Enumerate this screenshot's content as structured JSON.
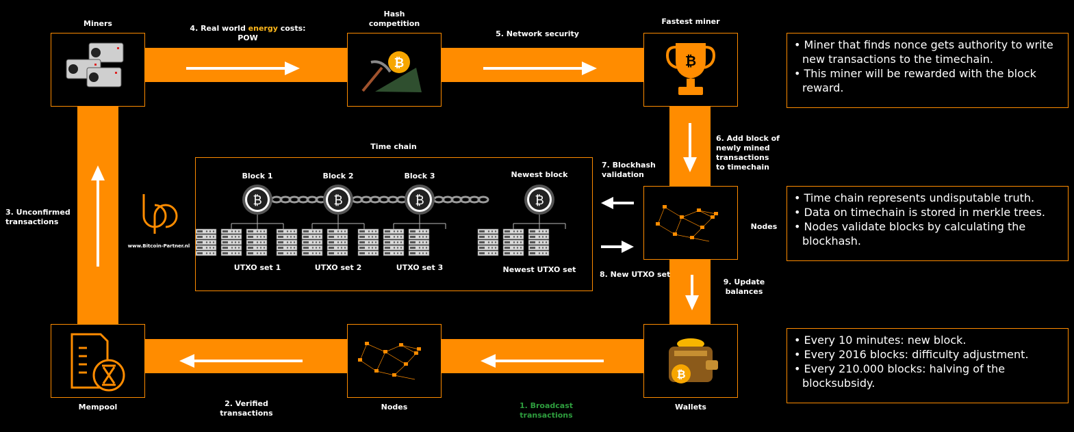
{
  "colors": {
    "band": "#ff8c00",
    "broadcast_label": "#2e9e3e",
    "energy_word": "#ffb81c"
  },
  "nodes": {
    "miners": "Miners",
    "hash": [
      "Hash",
      "competition"
    ],
    "fastest": "Fastest miner",
    "nodes_right": "Nodes",
    "wallets": "Wallets",
    "nodes_bottom": "Nodes",
    "mempool": "Mempool"
  },
  "steps": {
    "s1": [
      "1. Broadcast",
      "transactions"
    ],
    "s2": [
      "2. Verified",
      "transactions"
    ],
    "s3": [
      "3. Unconfirmed",
      "transactions"
    ],
    "s4_pre": "4. Real world ",
    "s4_word": "energy",
    "s4_post": " costs:",
    "s4_line2": "POW",
    "s5": "5. Network security",
    "s6": [
      "6. Add block of",
      "newly mined",
      "transactions",
      "to timechain"
    ],
    "s7": [
      "7. Blockhash",
      "validation"
    ],
    "s8": "8. New UTXO set",
    "s9": [
      "9. Update",
      "balances"
    ]
  },
  "timechain": {
    "title": "Time chain",
    "blocks": [
      "Block 1",
      "Block 2",
      "Block 3",
      "Newest block"
    ],
    "utxo": [
      "UTXO set 1",
      "UTXO set 2",
      "UTXO set 3",
      "Newest UTXO set"
    ]
  },
  "logo": {
    "url_text": "www.Bitcoin-Partner.nl"
  },
  "notes": {
    "top": [
      "Miner that finds nonce gets authority to write new transactions to the timechain.",
      "This miner will be rewarded with the block reward."
    ],
    "middle": [
      "Time chain represents undisputable truth.",
      "Data on timechain is stored in merkle trees.",
      "Nodes validate blocks by calculating the blockhash."
    ],
    "bottom": [
      "Every 10 minutes: new block.",
      "Every 2016 blocks: difficulty adjustment.",
      "Every 210.000 blocks: halving of the blocksubsidy."
    ]
  },
  "icons": {
    "miners": "asic-miner-icon",
    "hash": "pickaxe-bitcoin-icon",
    "fastest": "bitcoin-trophy-icon",
    "nodes": "network-nodes-icon",
    "wallets": "bitcoin-wallet-icon",
    "mempool": "document-hourglass-icon",
    "block": "bitcoin-coin-icon",
    "utxo": "server-rack-icon",
    "logo": "bitcoin-partner-logo"
  }
}
